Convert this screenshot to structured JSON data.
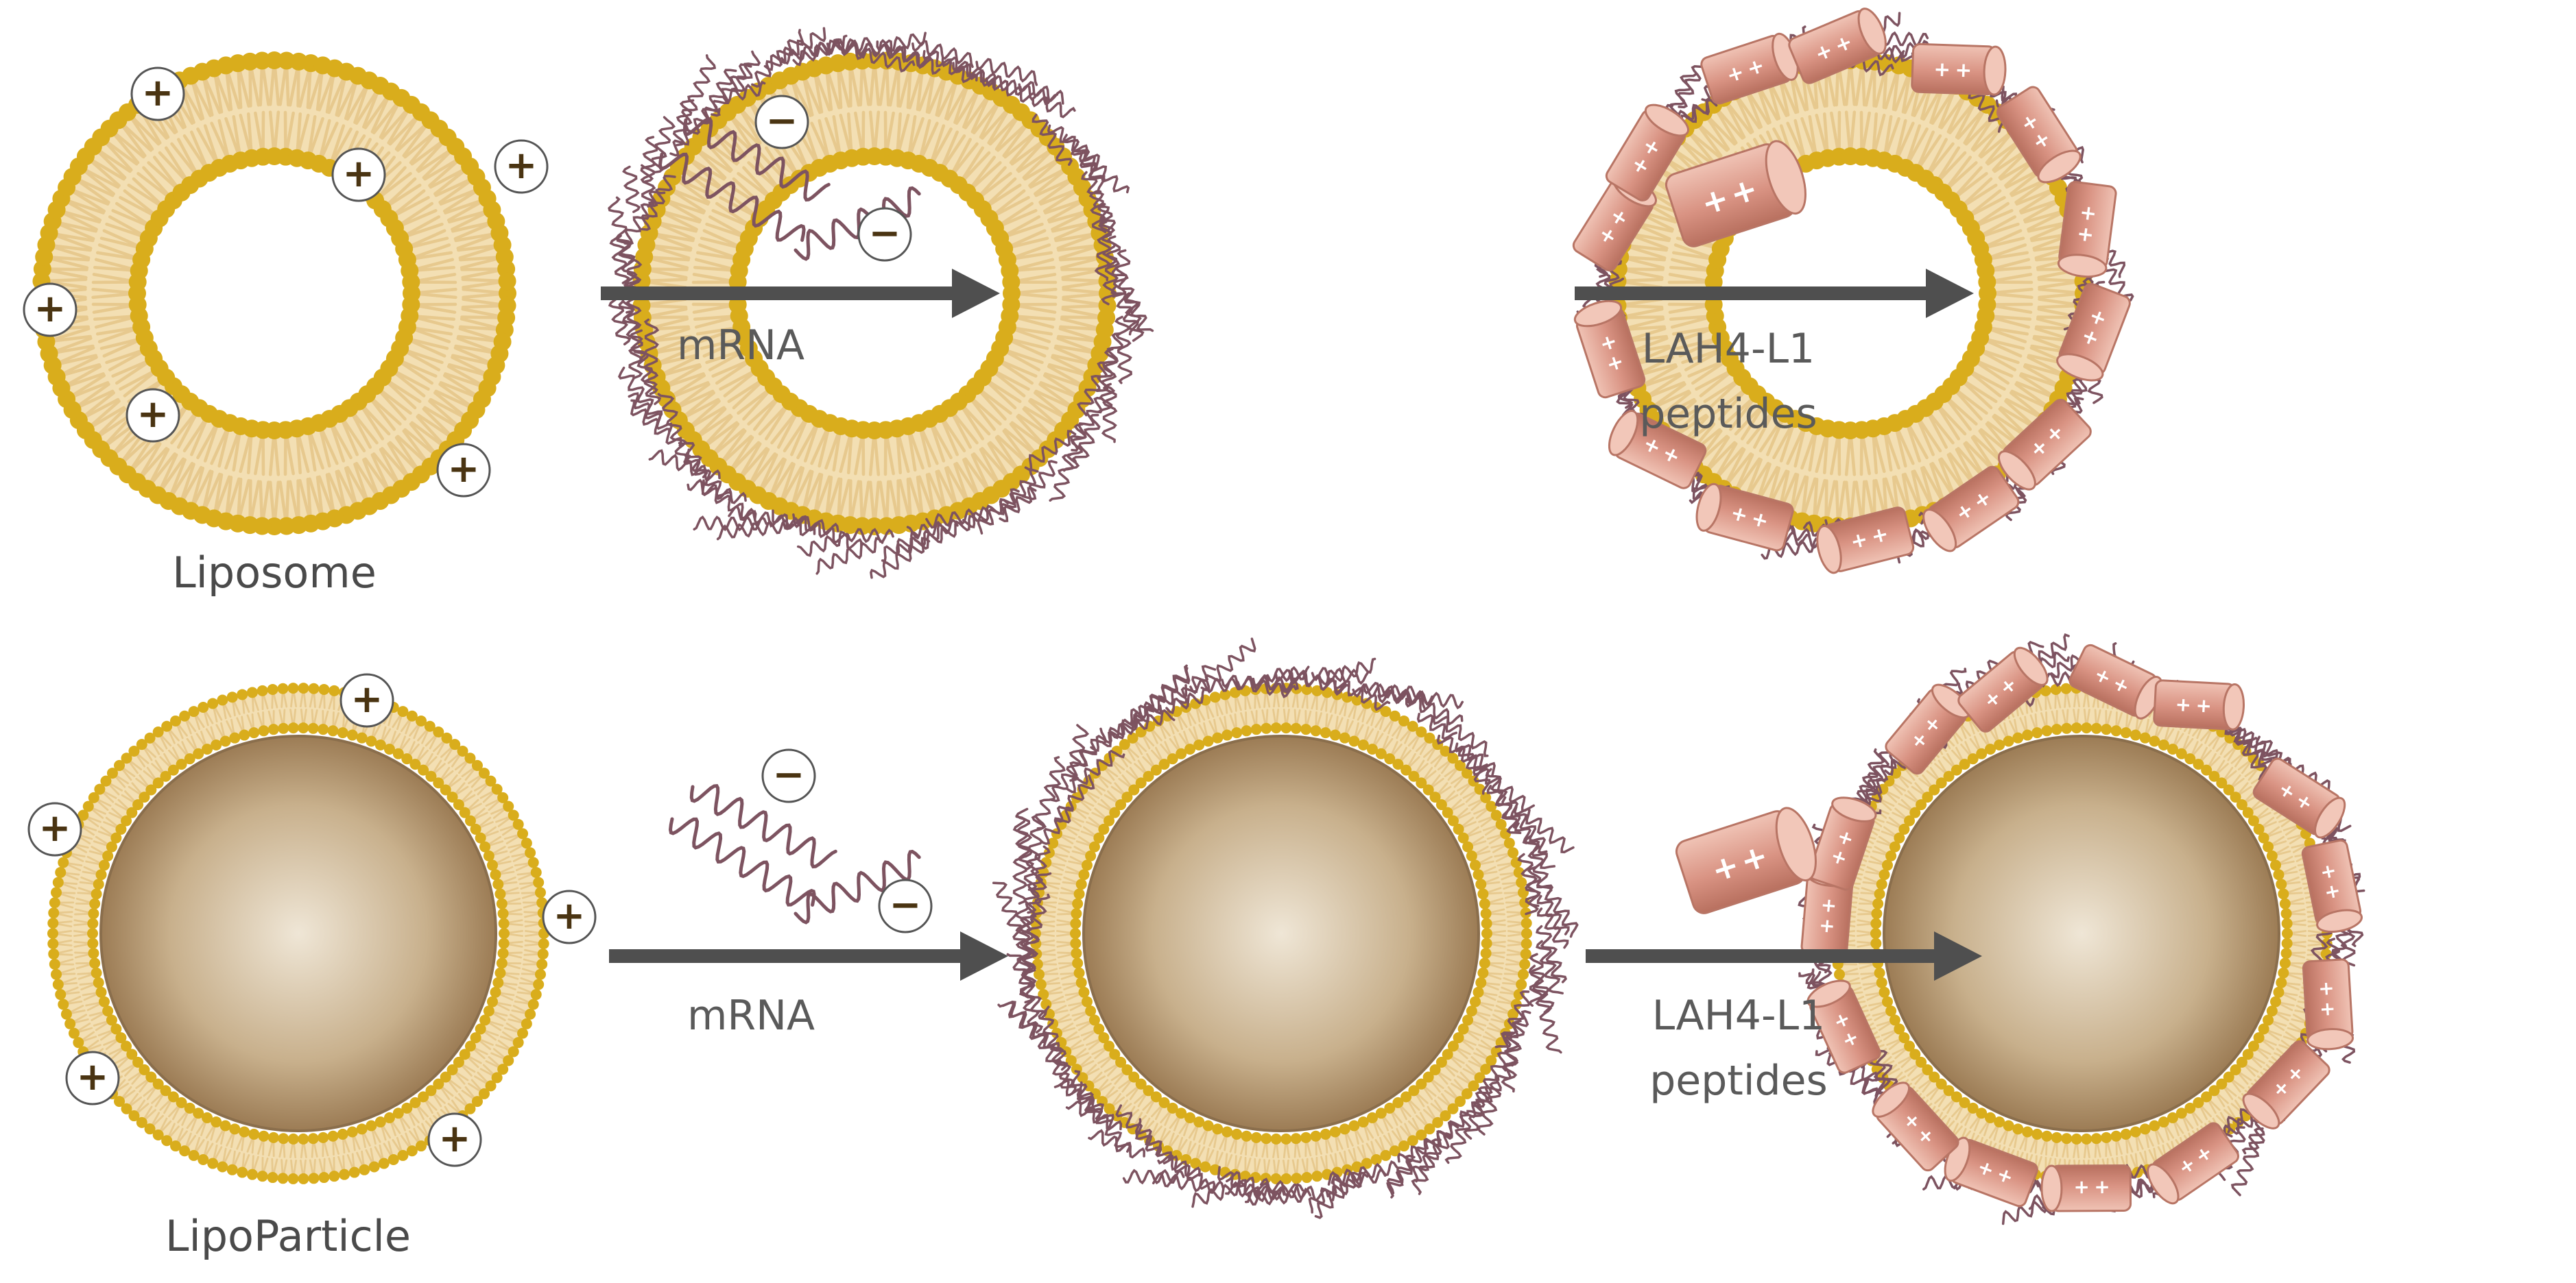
{
  "rows": [
    {
      "caption": "Liposome",
      "arrow1_label": "mRNA",
      "arrow2_label_line1": "LAH4-L1",
      "arrow2_label_line2": "peptides"
    },
    {
      "caption": "LipoParticle",
      "arrow1_label": "mRNA",
      "arrow2_label_line1": "LAH4-L1",
      "arrow2_label_line2": "peptides"
    }
  ],
  "charge_symbols": {
    "positive": "+",
    "negative": "−"
  },
  "colors": {
    "lipid_head": "#d9ad1c",
    "lipid_tail": "#f3dfb3",
    "core_center": "#efe6d6",
    "core_edge": "#9c7c55",
    "mrna": "#7d5360",
    "peptide": "#d99383",
    "arrow": "#4f4f4f",
    "charge_mark": "#4a3412"
  }
}
